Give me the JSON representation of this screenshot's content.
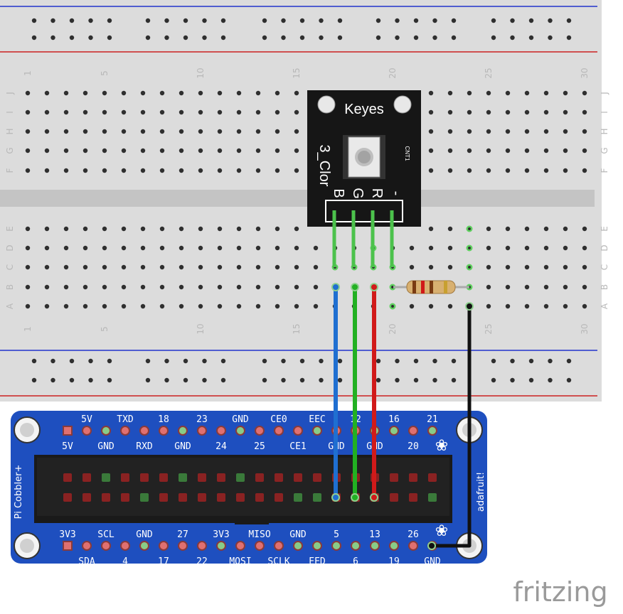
{
  "breadboard": {
    "col_numbers": [
      "1",
      "5",
      "10",
      "15",
      "20",
      "25",
      "30"
    ],
    "row_letters_top": [
      "J",
      "I",
      "H",
      "G",
      "F"
    ],
    "row_letters_bottom": [
      "E",
      "D",
      "C",
      "B",
      "A"
    ]
  },
  "module": {
    "brand": "Keyes",
    "name": "3_Clor",
    "pins": [
      "B",
      "G",
      "R",
      "-"
    ],
    "chip_label": "CNT1"
  },
  "cobbler": {
    "name": "Pi Cobbler+",
    "brand": "adafruit!",
    "top_row_labels": [
      "5V",
      "TXD",
      "18",
      "23",
      "GND",
      "CE0",
      "EEC",
      "12",
      "16",
      "21"
    ],
    "second_row_labels": [
      "5V",
      "GND",
      "RXD",
      "GND",
      "24",
      "25",
      "CE1",
      "GND",
      "GND",
      "20"
    ],
    "third_row_labels": [
      "3V3",
      "SCL",
      "GND",
      "27",
      "3V3",
      "MISO",
      "GND",
      "5",
      "13",
      "26"
    ],
    "bottom_row_labels": [
      "SDA",
      "4",
      "17",
      "22",
      "MOSI",
      "SCLK",
      "EED",
      "6",
      "19",
      "GND"
    ]
  },
  "footer": {
    "logo": "fritzing"
  },
  "colors": {
    "wire_blue": "#1f6fd1",
    "wire_green": "#22b022",
    "wire_red": "#d11a1a",
    "wire_black": "#111111",
    "cobbler_blue": "#1e4fbf"
  }
}
